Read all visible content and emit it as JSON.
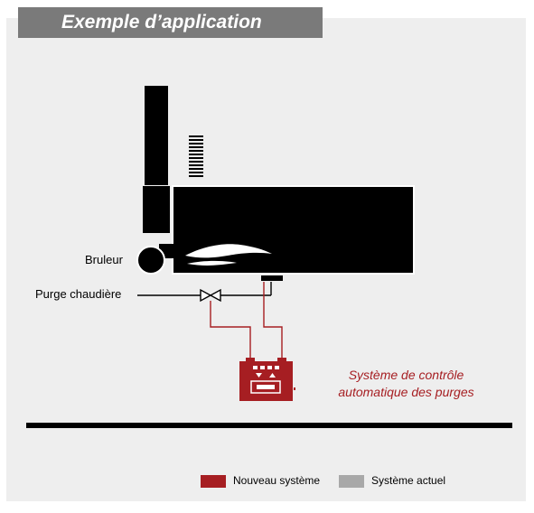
{
  "title": "Exemple d’application",
  "labels": {
    "burner": "Bruleur",
    "boiler_purge": "Purge chaudière",
    "system_line1": "Système de contrôle",
    "system_line2": "automatique des purges"
  },
  "legend": [
    {
      "label": "Nouveau système",
      "color": "#a61e22"
    },
    {
      "label": "Système actuel",
      "color": "#a8a8a8"
    }
  ],
  "colors": {
    "panel": "#eeeeee",
    "title_bar": "#7a7a7a",
    "new_system": "#a61e22",
    "equipment": "#000000"
  },
  "icons": [
    "boiler",
    "chimney",
    "burner",
    "flame",
    "valve",
    "purge-controller"
  ]
}
